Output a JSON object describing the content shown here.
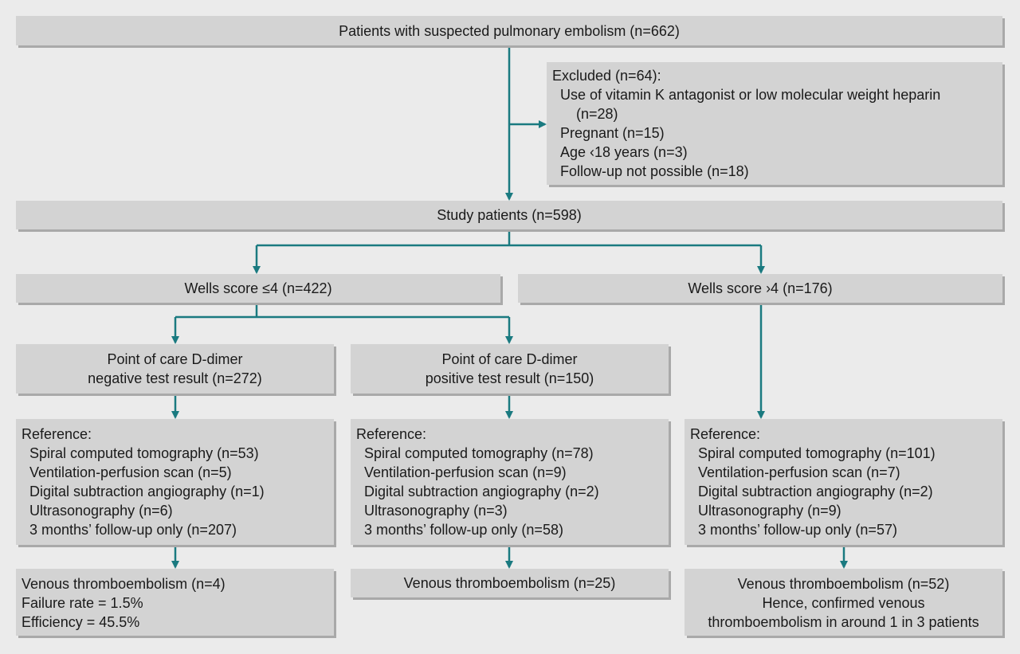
{
  "colors": {
    "arrow": "#1a7a80",
    "box": "#d3d3d3",
    "shadow": "#a9a9a9",
    "background": "#ebebeb"
  },
  "top_box": "Patients with suspected pulmonary embolism (n=662)",
  "excluded": {
    "title": "Excluded (n=64):",
    "item1_a": "Use of vitamin K antagonist or low molecular weight heparin",
    "item1_b": "(n=28)",
    "item2": "Pregnant (n=15)",
    "item3": "Age ​‹18 years (n=3)",
    "item4": "Follow-up not possible (n=18)"
  },
  "study": "Study patients (n=598)",
  "wells_low": "Wells score ≤4 (n=422)",
  "wells_high": "Wells score ›4 (n=176)",
  "dd_neg": {
    "line1": "Point of care D-dimer",
    "line2": "negative test result (n=272)"
  },
  "dd_pos": {
    "line1": "Point of care D-dimer",
    "line2": "positive test result (n=150)"
  },
  "ref_left": {
    "title": "Reference:",
    "items": [
      "Spiral computed tomography (n=53)",
      "Ventilation-perfusion scan (n=5)",
      "Digital subtraction angiography (n=1)",
      "Ultrasonography (n=6)",
      "3 months’ follow-up only (n=207)"
    ]
  },
  "ref_mid": {
    "title": "Reference:",
    "items": [
      "Spiral computed tomography (n=78)",
      "Ventilation-perfusion scan (n=9)",
      "Digital subtraction angiography (n=2)",
      "Ultrasonography (n=3)",
      "3 months’ follow-up only (n=58)"
    ]
  },
  "ref_right": {
    "title": "Reference:",
    "items": [
      "Spiral computed tomography (n=101)",
      "Ventilation-perfusion scan (n=7)",
      "Digital subtraction angiography (n=2)",
      "Ultrasonography (n=9)",
      "3 months’ follow-up only (n=57)"
    ]
  },
  "vte_left": {
    "line1": "Venous thromboembolism (n=4)",
    "line2": "Failure rate = 1.5%",
    "line3": "Efficiency = 45.5%"
  },
  "vte_mid": "Venous thromboembolism (n=25)",
  "vte_right": {
    "line1": "Venous thromboembolism (n=52)",
    "line2": "Hence, confirmed venous",
    "line3": "thromboembolism in around 1 in 3 patients"
  }
}
